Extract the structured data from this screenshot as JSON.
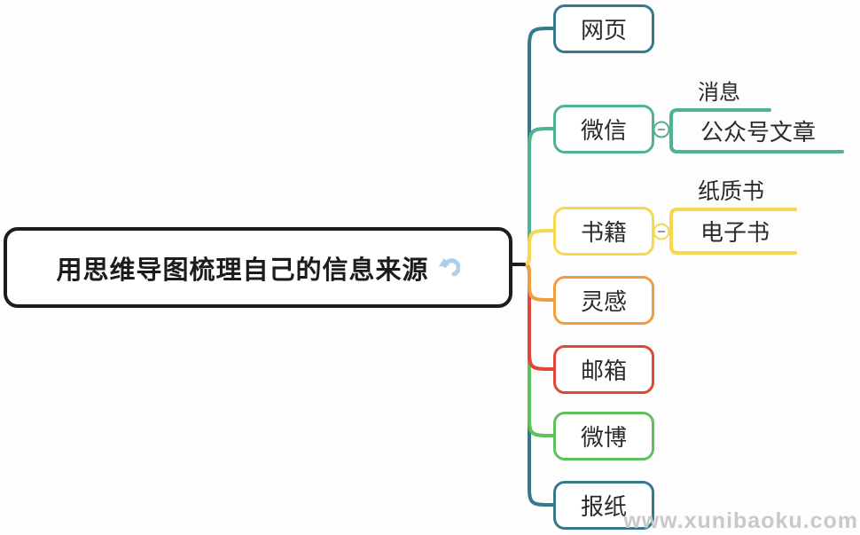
{
  "root": {
    "label": "用思维导图梳理自己的信息来源",
    "border_color": "#1d1d1d",
    "icon": "curved-up-arrow-icon",
    "icon_color": "#aecfec"
  },
  "branches": [
    {
      "label": "网页",
      "color": "#36798c",
      "children": []
    },
    {
      "label": "微信",
      "color": "#4eb38e",
      "children": [
        {
          "label": "消息"
        },
        {
          "label": "公众号文章"
        }
      ]
    },
    {
      "label": "书籍",
      "color": "#f6d84e",
      "children": [
        {
          "label": "纸质书"
        },
        {
          "label": "电子书"
        }
      ]
    },
    {
      "label": "灵感",
      "color": "#ef9d3e",
      "children": []
    },
    {
      "label": "邮箱",
      "color": "#e2463a",
      "children": []
    },
    {
      "label": "微博",
      "color": "#5ec15a",
      "children": []
    },
    {
      "label": "报纸",
      "color": "#36798c",
      "children": []
    }
  ],
  "collapse_button": {
    "symbol": "−",
    "fill": "#ffffff",
    "dash_color": "#9a9a9a"
  },
  "watermark": {
    "text": "www.xunibaoku.com",
    "color": "#c6c6c6"
  }
}
